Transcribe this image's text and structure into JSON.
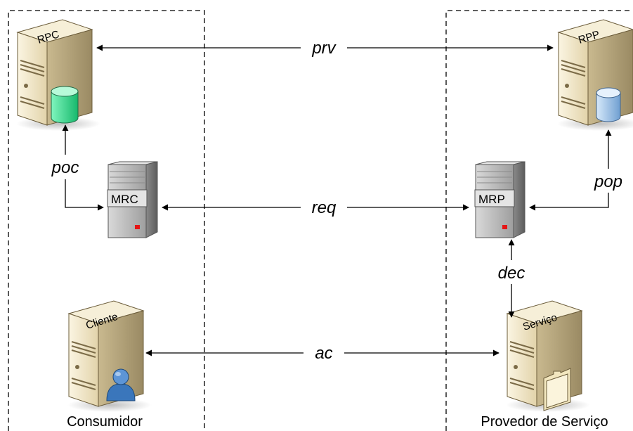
{
  "domains": {
    "consumer": "Consumidor",
    "provider": "Provedor de Serviço"
  },
  "servers": {
    "rpc": "RPC",
    "rpp": "RPP",
    "client": "Cliente",
    "service": "Serviço"
  },
  "modules": {
    "mrc": "MRC",
    "mrp": "MRP"
  },
  "edges": {
    "prv": "prv",
    "poc": "poc",
    "req": "req",
    "pop": "pop",
    "dec": "dec",
    "ac": "ac"
  },
  "colors": {
    "green_db": "#2ee08a",
    "blue_db": "#9cc3ea",
    "user_icon": "#3a76bb",
    "folder": "#f3e7bf",
    "indicator": "#e51515",
    "server_body": "#e9dcb6"
  },
  "icons": [
    "database-icon",
    "user-icon",
    "folder-icon",
    "server-icon",
    "module-icon"
  ]
}
